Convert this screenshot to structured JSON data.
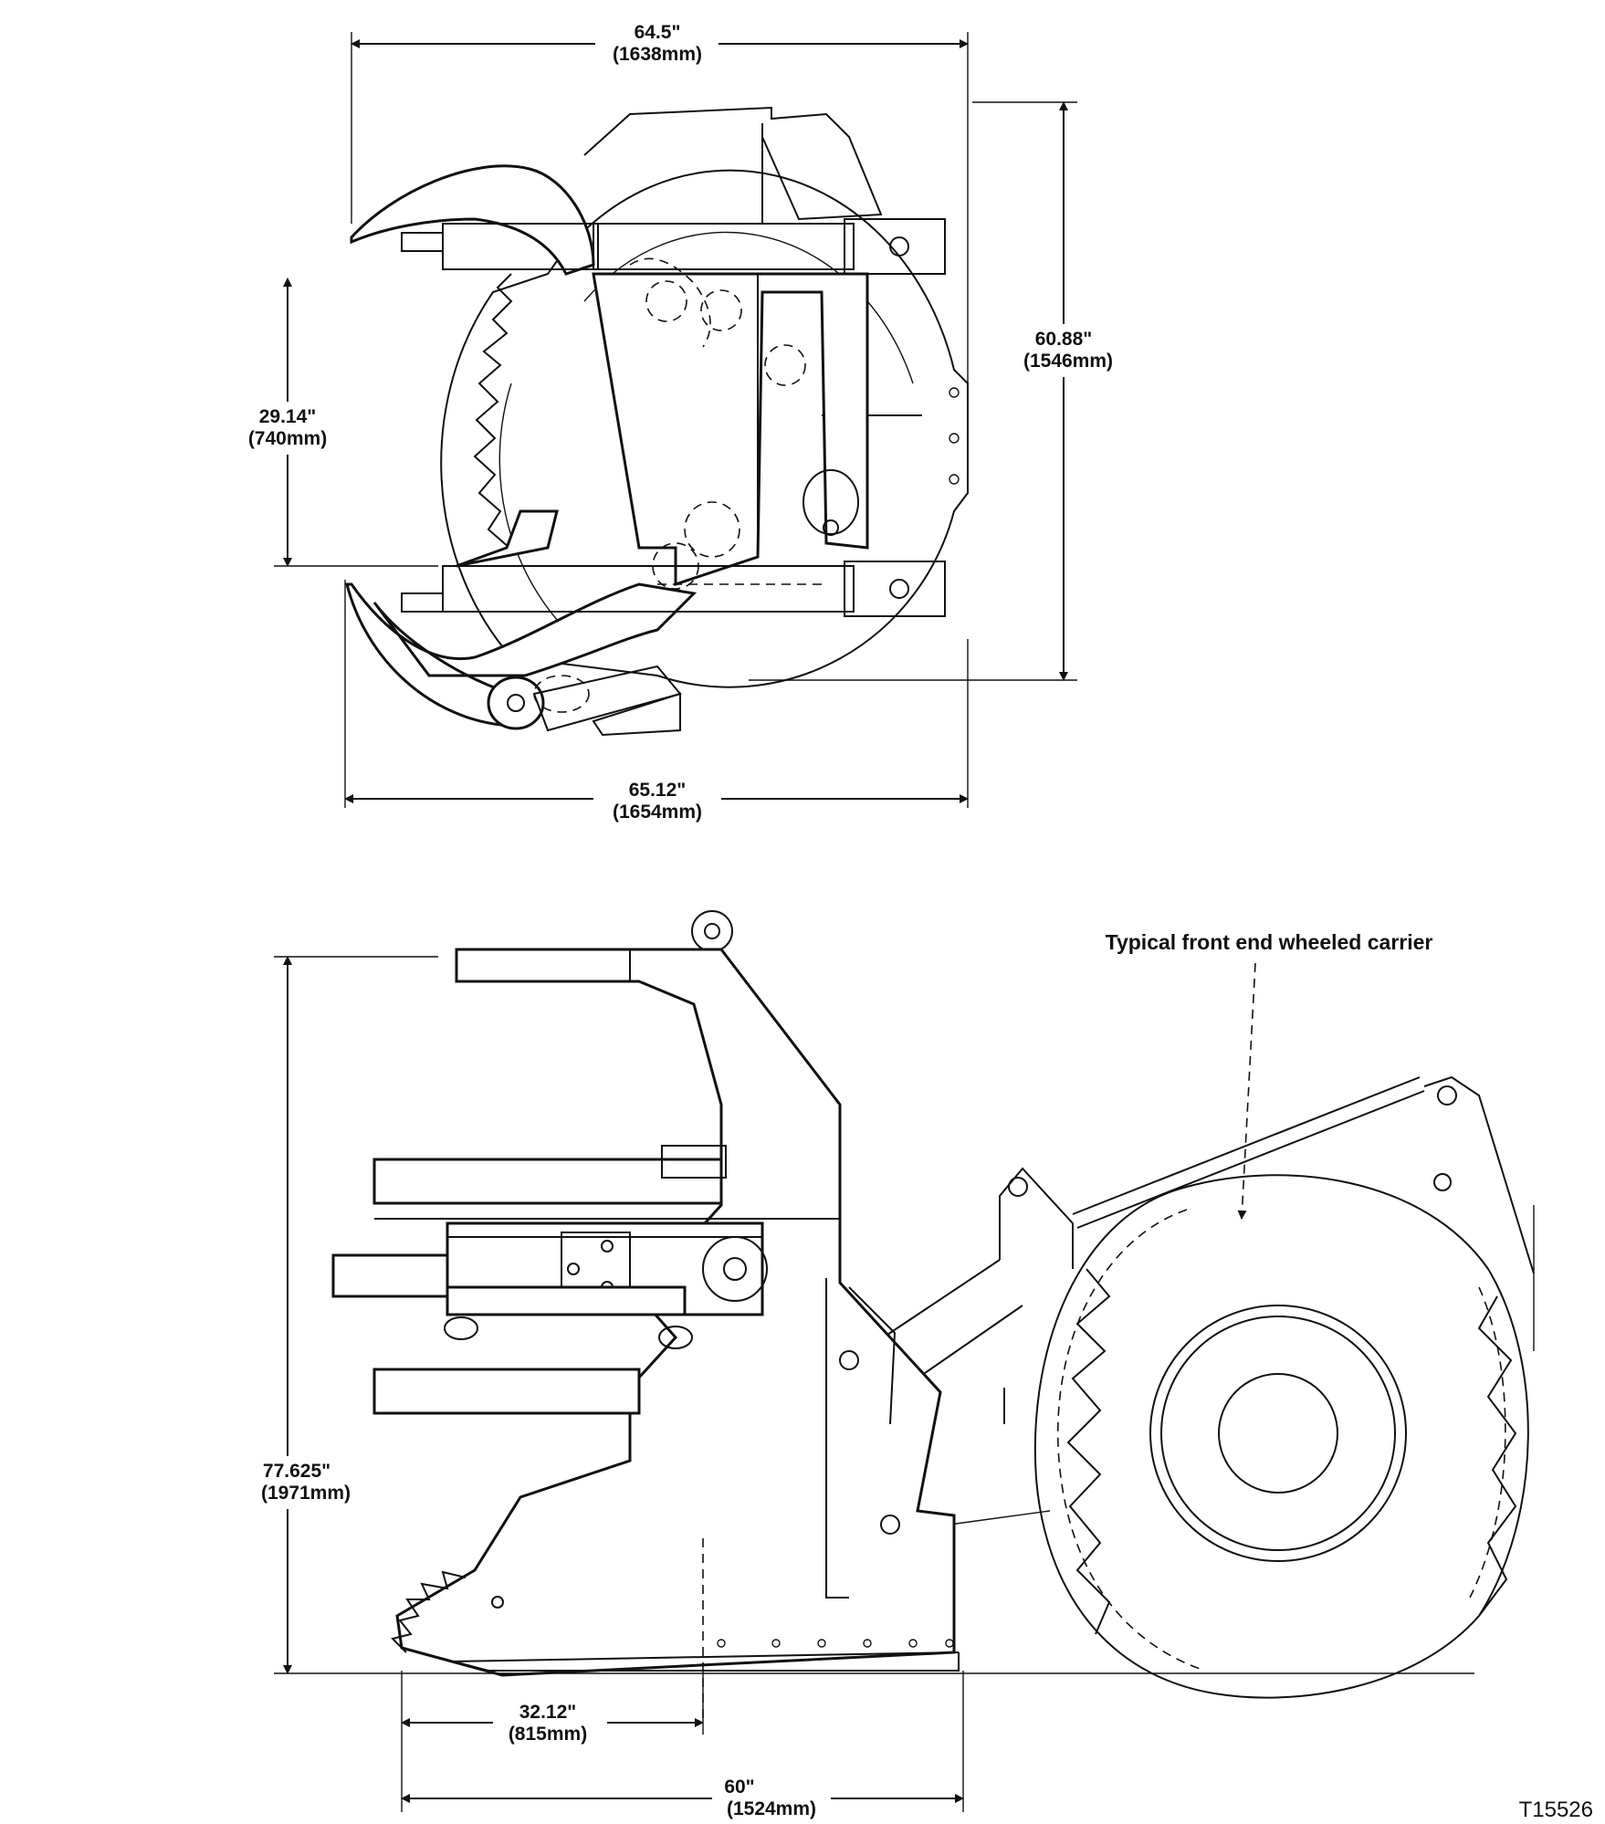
{
  "top_view": {
    "width_top": {
      "inch": "64.5\"",
      "mm": "(1638mm)"
    },
    "height_right": {
      "inch": "60.88\"",
      "mm": "(1546mm)"
    },
    "opening_left": {
      "inch": "29.14\"",
      "mm": "(740mm)"
    },
    "width_bottom": {
      "inch": "65.12\"",
      "mm": "(1654mm)"
    }
  },
  "side_view": {
    "carrier_label": "Typical front end wheeled carrier",
    "height_left": {
      "inch": "77.625\"",
      "mm": "(1971mm)"
    },
    "reach": {
      "inch": "32.12\"",
      "mm": "(815mm)"
    },
    "overall_length": {
      "inch": "60\"",
      "mm": "(1524mm)"
    }
  },
  "figure_id": "T15526"
}
